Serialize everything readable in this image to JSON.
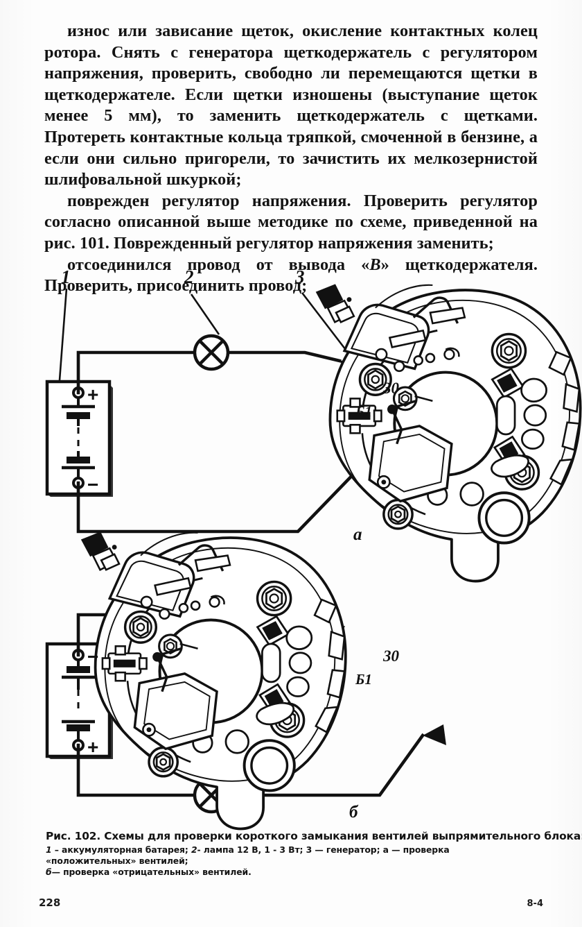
{
  "page": {
    "folio": "228",
    "signature": "8-4",
    "language": "ru"
  },
  "body_text": {
    "paragraphs": [
      "износ или зависание щеток, окисление контактных колец ротора. Снять с генератора щеткодержатель с регулятором напряжения, проверить, свободно ли перемещаются щетки в щеткодержателе. Если щетки изношены (выступание щеток менее 5 мм), то заменить щеткодержатель с щетками. Протереть контактные кольца тряпкой, смоченной в бензине, а если они сильно пригорели, то зачистить их мелкозернистой шлифовальной шкуркой;",
      "поврежден регулятор напряжения. Проверить регулятор согласно описанной выше методике по схеме, приведенной на рис. 101. Поврежденный регулятор напряжения заменить;",
      "отсоединился провод от вывода «В» щеткодержателя. Проверить, присоединить провод;"
    ],
    "paragraph3_prefix": "отсоединился провод от вывода «",
    "paragraph3_italic": "В",
    "paragraph3_suffix": "» щеткодержателя. Проверить, присоединить провод;"
  },
  "figure": {
    "callouts": [
      {
        "id": "callout-1",
        "label": "1"
      },
      {
        "id": "callout-2",
        "label": "2"
      },
      {
        "id": "callout-3",
        "label": "3"
      }
    ],
    "panel_labels": [
      {
        "id": "panel-a",
        "label": "а"
      },
      {
        "id": "panel-b",
        "label": "б"
      }
    ],
    "terminal_labels_top": [
      {
        "id": "terminal-30-top",
        "label": "30"
      },
      {
        "id": "terminal-b1-top",
        "label": "Б1"
      }
    ],
    "terminal_labels_bottom": [
      {
        "id": "terminal-30-bottom",
        "label": "30"
      },
      {
        "id": "terminal-b1-bottom",
        "label": "Б1"
      }
    ],
    "battery_top": {
      "plus": "+",
      "minus": "−"
    },
    "battery_bottom": {
      "minus": "−",
      "plus": "+"
    }
  },
  "caption": {
    "title": "Рис. 102. Схемы для проверки короткого замыкания вентилей выпрямительного блока:",
    "legend_line1_a": "1",
    "legend_line1_b": " – аккумуляторная батарея; ",
    "legend_line1_c": "2",
    "legend_line1_d": "- лампа 12 В, 1 - 3 Вт; 3 — генератор; а — проверка «положительных» вентилей;",
    "legend_line2_a": "б",
    "legend_line2_b": "— проверка «отрицательных» вентилей."
  },
  "colors": {
    "ink": "#131313",
    "paper": "#fdfdfd"
  }
}
